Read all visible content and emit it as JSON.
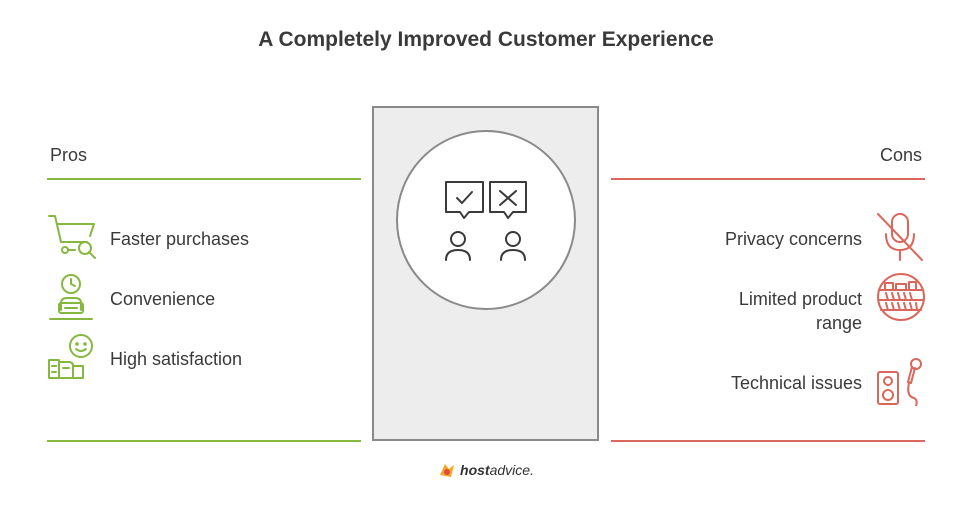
{
  "title": "A Completely Improved Customer Experience",
  "pros": {
    "heading": "Pros",
    "color": "#86b83f",
    "items": [
      {
        "label": "Faster purchases",
        "icon": "shopping-cart-search-icon"
      },
      {
        "label": "Convenience",
        "icon": "person-with-clock-icon"
      },
      {
        "label": "High satisfaction",
        "icon": "satisfied-customer-icon"
      }
    ]
  },
  "cons": {
    "heading": "Cons",
    "color": "#d9675b",
    "items": [
      {
        "label": "Privacy concerns",
        "icon": "muted-microphone-icon"
      },
      {
        "label_line1": "Limited product",
        "label_line2": "range",
        "icon": "product-shelf-icon"
      },
      {
        "label": "Technical issues",
        "icon": "speaker-microphone-icon"
      }
    ]
  },
  "center": {
    "icon": "feedback-people-icon"
  },
  "footer": {
    "brand": "host",
    "brand_rest": "advice."
  }
}
